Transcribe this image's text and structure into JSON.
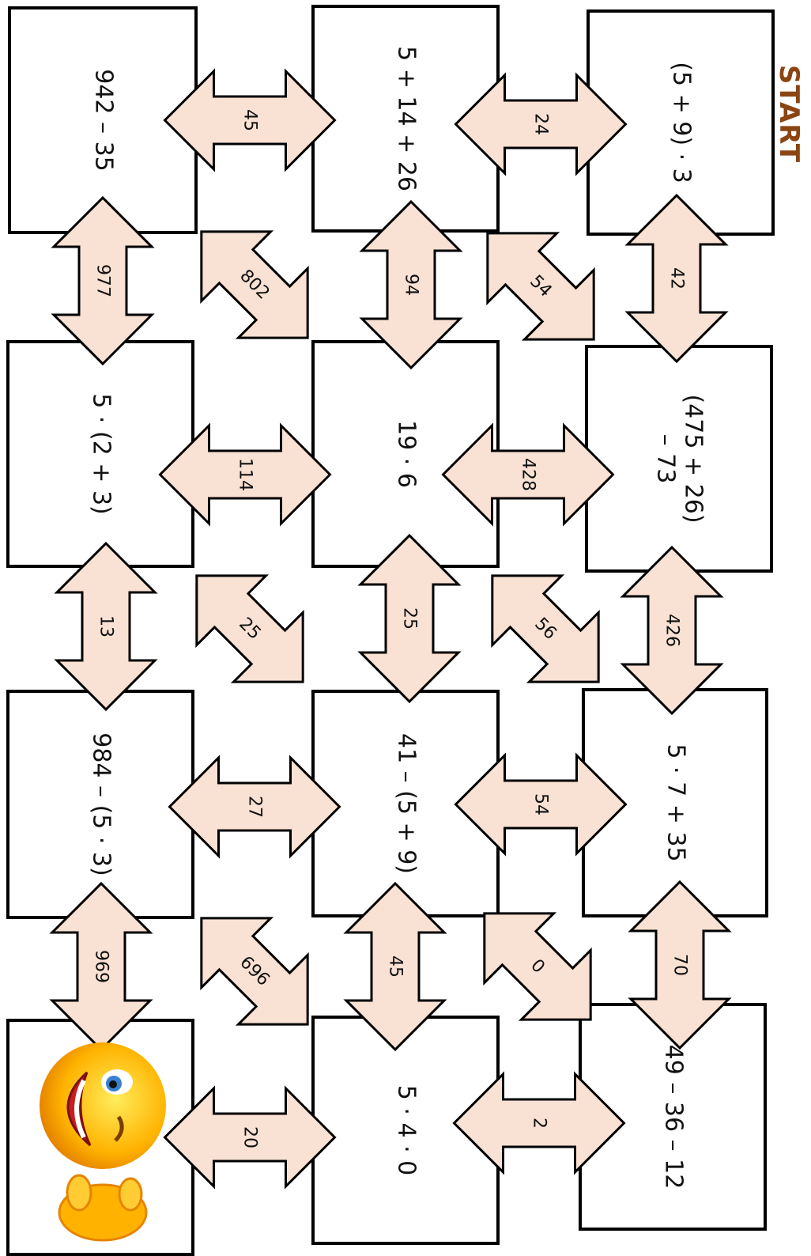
{
  "start_label": "START",
  "boxes": [
    {
      "id": "b1",
      "text": "(5 + 9) · 3"
    },
    {
      "id": "b2",
      "text": "5 + 14 + 26"
    },
    {
      "id": "b3",
      "text": "942 – 35"
    },
    {
      "id": "b4",
      "text": "(475 + 26)\n– 73"
    },
    {
      "id": "b5",
      "text": "19 · 6"
    },
    {
      "id": "b6",
      "text": "5 · (2 + 3)"
    },
    {
      "id": "b7",
      "text": "5 · 7 + 35"
    },
    {
      "id": "b8",
      "text": "41 – (5 + 9)"
    },
    {
      "id": "b9",
      "text": "984 – (5 · 3)"
    },
    {
      "id": "b10",
      "text": "49 – 36 – 12"
    },
    {
      "id": "b11",
      "text": "5 · 4 · 0"
    },
    {
      "id": "b12",
      "text": ""
    }
  ],
  "arrows": [
    {
      "id": "a1",
      "label": "24"
    },
    {
      "id": "a2",
      "label": "45"
    },
    {
      "id": "a3",
      "label": "42"
    },
    {
      "id": "a4",
      "label": "54"
    },
    {
      "id": "a5",
      "label": "94"
    },
    {
      "id": "a6",
      "label": "802"
    },
    {
      "id": "a7",
      "label": "977"
    },
    {
      "id": "a8",
      "label": "428"
    },
    {
      "id": "a9",
      "label": "114"
    },
    {
      "id": "a10",
      "label": "426"
    },
    {
      "id": "a11",
      "label": "56"
    },
    {
      "id": "a12",
      "label": "25"
    },
    {
      "id": "a13",
      "label": "25"
    },
    {
      "id": "a14",
      "label": "13"
    },
    {
      "id": "a15",
      "label": "54"
    },
    {
      "id": "a16",
      "label": "27"
    },
    {
      "id": "a17",
      "label": "70"
    },
    {
      "id": "a18",
      "label": "0"
    },
    {
      "id": "a19",
      "label": "45"
    },
    {
      "id": "a20",
      "label": "696"
    },
    {
      "id": "a21",
      "label": "969"
    },
    {
      "id": "a22",
      "label": "2"
    },
    {
      "id": "a23",
      "label": "20"
    }
  ],
  "colors": {
    "arrow_fill": "#f9e1d3",
    "arrow_stroke": "#000000",
    "start": "#8B4513"
  },
  "finish_icon": "winking-smiley-icon"
}
